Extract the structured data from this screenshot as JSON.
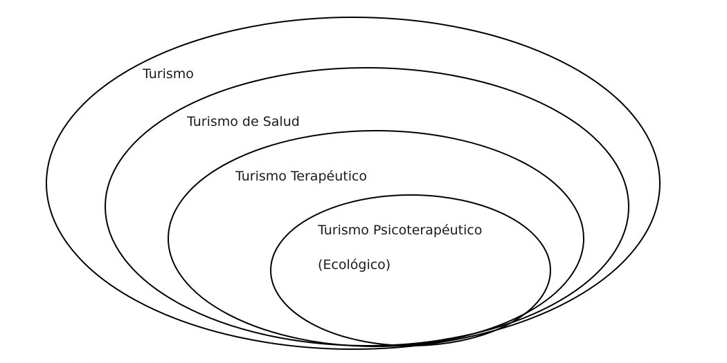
{
  "diagram": {
    "type": "nested-sets",
    "sets": [
      {
        "label": "Turismo"
      },
      {
        "label": "Turismo de Salud"
      },
      {
        "label": "Turismo Terapéutico"
      },
      {
        "label": "Turismo Psicoterapéutico",
        "sublabel": "(Ecológico)"
      }
    ],
    "stroke_color": "#000000",
    "background_color": "#ffffff"
  }
}
